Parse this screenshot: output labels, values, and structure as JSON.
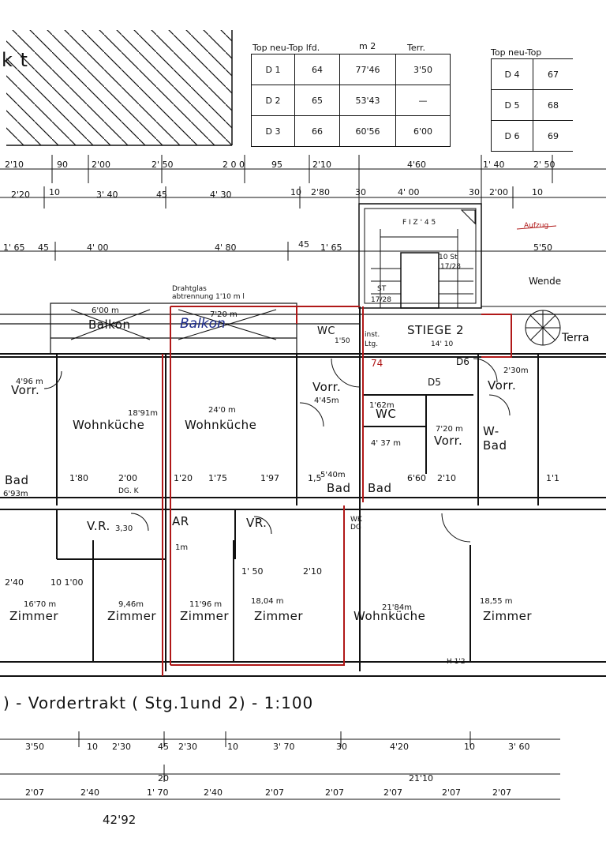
{
  "header_table_left": {
    "headers": [
      "Top neu-Top lfd.",
      "m 2",
      "Terr."
    ],
    "rows": [
      [
        "D 1",
        "64",
        "77'46",
        "3'50"
      ],
      [
        "D 2",
        "65",
        "53'43",
        "—"
      ],
      [
        "D 3",
        "66",
        "60'56",
        "6'00"
      ]
    ]
  },
  "header_table_right": {
    "header": "Top neu-Top",
    "rows": [
      [
        "D 4",
        "67"
      ],
      [
        "D 5",
        "68"
      ],
      [
        "D 6",
        "69"
      ]
    ]
  },
  "top_dims_row1": [
    "2'10",
    "90",
    "2'00",
    "2' 50",
    "2 0 0",
    "95",
    "2'10",
    "4'60",
    "1' 40",
    "2' 50"
  ],
  "top_dims_row2": [
    "2'20",
    "10",
    "3' 40",
    "45",
    "4' 30",
    "10",
    "2'80",
    "30",
    "4' 00",
    "30",
    "2'00",
    "10"
  ],
  "dims_row3": [
    "1' 65",
    "45",
    "4' 00",
    "4' 80",
    "45",
    "1' 65",
    "5'50"
  ],
  "labels": {
    "kt": "k t",
    "drahtglas": "Drahtglas",
    "abtrennung": "abtrennung 1'10 m l",
    "balkon_left": "Balkon",
    "balkon_left_area": "6'00 m",
    "balkon_mid": "Balkon",
    "balkon_mid_area": "7'20 m",
    "wc": "WC",
    "wc_area": "1'50",
    "inst": "inst.",
    "ltg": "Ltg.",
    "stiege": "STIEGE 2",
    "stiege_dim": "14' 10",
    "fiz": "F I Z ' 4 5",
    "stufen": "10 St",
    "stufen_ratio": "17/28",
    "st": "ST",
    "st_ratio": "17/28",
    "aufzug": "Aufzug",
    "wende": "Wende",
    "terr": "Terra",
    "d6": "D6",
    "d5": "D5",
    "d4": "74",
    "vorr_left": "Vorr.",
    "vorr_left_area": "4'96 m",
    "vorr_mid": "Vorr.",
    "vorr_mid_area": "4'45m",
    "vorr_stair": "Vorr.",
    "vorr_stair_area": "7'20 m",
    "vorr_right": "Vorr.",
    "vorr_right_area": "2'30m",
    "wohnkueche_1": "Wohnküche",
    "wohnkueche_1_area": "18'91m",
    "wohnkueche_2": "Wohnküche",
    "wohnkueche_2_area": "24'0 m",
    "wc2": "WC",
    "wc2_area": "1'62m",
    "w_bad": "W-",
    "bad_right": "Bad",
    "bad_left": "Bad",
    "bad_left_area": "6'93m",
    "bad_mid1": "Bad",
    "bad_mid2": "Bad",
    "bad_mid_area": "5'40m",
    "area_437": "4' 37 m",
    "vr_left": "V.R.",
    "vr_left_area": "3,30",
    "vr_mid": "VR.",
    "ar": "AR",
    "ar_area": "1m",
    "wk": "WK",
    "dg": "DG",
    "dg_k": "DG. K",
    "zimmer_1": "Zimmer",
    "zimmer_1_area": "16'70 m",
    "zimmer_2": "Zimmer",
    "zimmer_2_area": "9,46m",
    "zimmer_3": "Zimmer",
    "zimmer_3_area": "11'96 m",
    "zimmer_4": "Zimmer",
    "zimmer_4_area": "18,04 m",
    "wohnkueche_3": "Wohnküche",
    "wohnkueche_3_area": "21'84m",
    "zimmer_5": "Zimmer",
    "zimmer_5_area": "18,55 m",
    "h12": "H 1'2",
    "title": ") - Vordertrakt ( Stg.1und 2) - 1:100",
    "mid_dims": [
      "1'80",
      "2'00",
      "1'20",
      "1'75",
      "1'97",
      "1,5",
      "6'60",
      "2'10",
      "1'1"
    ],
    "lower_dims": [
      "2'40",
      "10 1'00",
      "1' 50",
      "2'10"
    ]
  },
  "bottom_dims_row1": [
    "3'50",
    "10",
    "2'30",
    "45",
    "2'30",
    "10",
    "3' 70",
    "30",
    "4'20",
    "10",
    "3' 60"
  ],
  "bottom_dims_row2": [
    "20",
    "21'10"
  ],
  "bottom_dims_row3": [
    "2'07",
    "2'40",
    "1' 70",
    "2'40",
    "2'07",
    "2'07",
    "2'07",
    "2'07",
    "2'07"
  ],
  "total": "42'92",
  "colors": {
    "ink": "#111111",
    "red": "#b01818",
    "blue": "#1b2a8a"
  }
}
